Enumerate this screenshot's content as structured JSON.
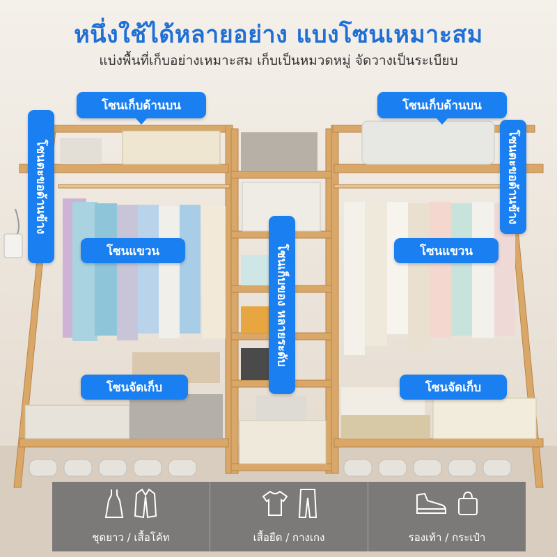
{
  "header": {
    "title": "หนึ่งใช้ได้หลายอย่าง แบงโซนเหมาะสม",
    "subtitle": "แบ่งพื้นที่เก็บอย่างเหมาะสม เก็บเป็นหมวดหมู่ จัดวางเป็นระเบียบ"
  },
  "zones": {
    "top_left": "โซนเก็บด้านบน",
    "top_right": "โซนเก็บด้านบน",
    "side_left": "โซนตะขอด้านข้าง",
    "side_right": "โซนตะขอด้านข้าง",
    "hang_left": "โซนแขวน",
    "hang_right": "โซนแขวน",
    "middle": "โซนเก็บของ หลายระดับ",
    "storage_left": "โซนจัดเก็บ",
    "storage_right": "โซนจัดเก็บ"
  },
  "categories": [
    {
      "label": "ชุดยาว / เสื้อโค้ท",
      "icons": [
        "dress-icon",
        "coat-icon"
      ]
    },
    {
      "label": "เสื้อยืด / กางเกง",
      "icons": [
        "tshirt-icon",
        "pants-icon"
      ]
    },
    {
      "label": "รองเท้า / กระเป๋า",
      "icons": [
        "sneaker-icon",
        "handbag-icon"
      ]
    }
  ],
  "colors": {
    "accent": "#1a7ff0",
    "title": "#1f6fd6",
    "wood": "#d9a868"
  }
}
